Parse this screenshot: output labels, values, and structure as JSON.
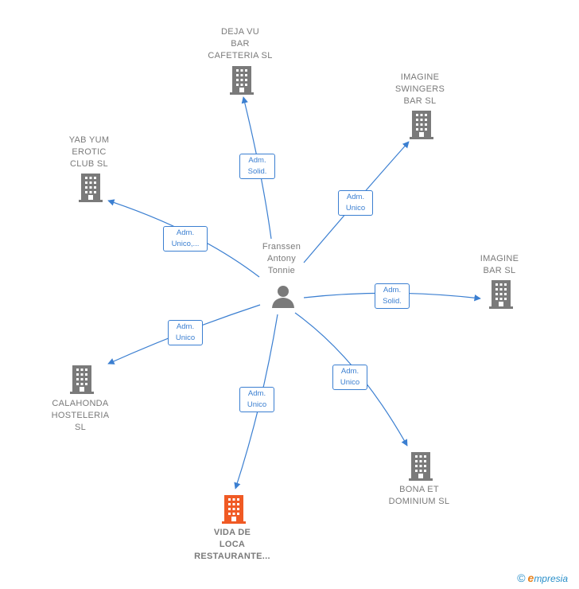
{
  "center": {
    "lines": [
      "Franssen",
      "Antony",
      "Tonnie"
    ]
  },
  "companies": [
    {
      "id": "dejavu",
      "lines": [
        "DEJA VU",
        "BAR",
        "CAFETERIA  SL"
      ],
      "edge": [
        "Adm.",
        "Solid."
      ]
    },
    {
      "id": "imagine-swingers",
      "lines": [
        "IMAGINE",
        "SWINGERS",
        "BAR  SL"
      ],
      "edge": [
        "Adm.",
        "Unico"
      ]
    },
    {
      "id": "yabyum",
      "lines": [
        "YAB YUM",
        "EROTIC",
        "CLUB  SL"
      ],
      "edge": [
        "Adm.",
        "Unico,..."
      ]
    },
    {
      "id": "imagine-bar",
      "lines": [
        "IMAGINE",
        "BAR  SL"
      ],
      "edge": [
        "Adm.",
        "Solid."
      ]
    },
    {
      "id": "calahonda",
      "lines": [
        "CALAHONDA",
        "HOSTELERIA",
        "SL"
      ],
      "edge": [
        "Adm.",
        "Unico"
      ]
    },
    {
      "id": "bona",
      "lines": [
        "BONA ET",
        "DOMINIUM  SL"
      ],
      "edge": [
        "Adm.",
        "Unico"
      ]
    },
    {
      "id": "vida",
      "lines": [
        "VIDA DE",
        "LOCA",
        "RESTAURANTE..."
      ],
      "edge": [
        "Adm.",
        "Unico"
      ]
    }
  ],
  "colors": {
    "edge": "#3b7fd1",
    "building": "#7a7a7a",
    "building_active": "#f05a24"
  },
  "footer": {
    "copyright": "©",
    "brand_e": "e",
    "brand_rest": "mpresia"
  }
}
